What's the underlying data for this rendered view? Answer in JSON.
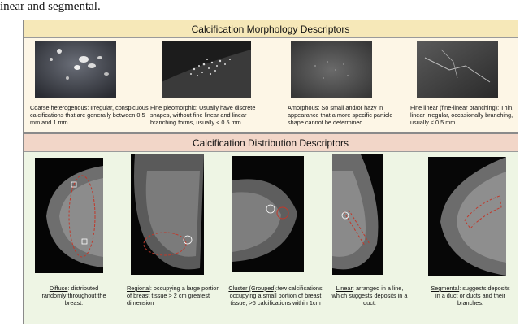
{
  "caption_fragment": "inear and segmental.",
  "morphology": {
    "header": "Calcification Morphology Descriptors",
    "items": [
      {
        "term": "Coarse heterogenous",
        "text": ": Irregular, conspicuous calcifications that are generally between 0.5 mm and 1 mm"
      },
      {
        "term": "Fine pleomorphic",
        "text": ": Usually have discrete shapes, without fine linear and linear branching forms, usually < 0.5 mm."
      },
      {
        "term": "Amorphous",
        "text": ": So small and/or hazy in appearance that a more specific particle shape cannot be determined."
      },
      {
        "term": "Fine linear (fine-linear branching)",
        "text": ": Thin, linear irregular, occasionally branching, usually < 0.5 mm."
      }
    ]
  },
  "distribution": {
    "header": "Calcification Distribution Descriptors",
    "items": [
      {
        "term": "Diffuse",
        "text": ": distributed randomly throughout the breast."
      },
      {
        "term": "Regional",
        "text": ": occupying a large portion of breast tissue > 2 cm greatest dimension"
      },
      {
        "term": "Cluster (Grouped)",
        "text": ":few calcifications occupying a small portion of breast tissue, >5 calcifications within 1cm"
      },
      {
        "term": "Linear",
        "text": ": arranged in a line, which suggests deposits in a duct."
      },
      {
        "term": "Segmental",
        "text": ": suggests deposits in a duct or ducts and their branches."
      }
    ]
  },
  "colors": {
    "morph_bg": "#fdf6e6",
    "morph_header": "#f6e8b8",
    "dist_bg": "#eef5e4",
    "dist_header": "#f2d6c8",
    "annotation": "#c0392b"
  }
}
